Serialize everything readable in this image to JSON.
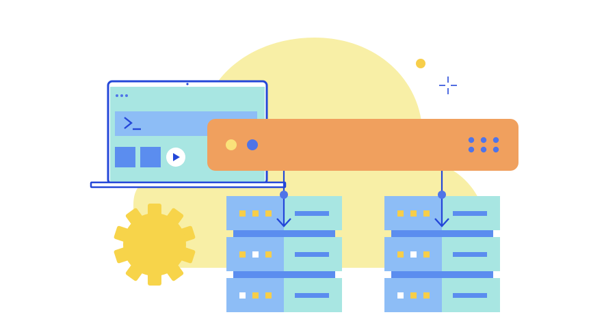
{
  "illustration": {
    "laptop": {
      "screen": {
        "terminal_prompt_icon": "terminal-prompt-icon",
        "play_icon": "play-icon"
      }
    },
    "load_balancer": {
      "indicator_lights": [
        "yellow",
        "blue"
      ],
      "status_dots_count": 6
    },
    "server_racks": [
      {
        "units": 3
      },
      {
        "units": 3
      }
    ],
    "decor": {
      "gear_icon": "gear-icon",
      "sparkle_icon": "sparkle-icon"
    },
    "colors": {
      "background_blob": "#F8EFA6",
      "laptop_outline": "#2447D8",
      "laptop_screen": "#A8E6E2",
      "laptop_bar": "#8DBDF6",
      "laptop_block": "#5B8DEF",
      "load_balancer": "#F0A05E",
      "light_yellow": "#FAE27A",
      "light_blue": "#4F74E8",
      "dot_blue": "#4F74E8",
      "server_left": "#8DBDF6",
      "server_right": "#A8E6E2",
      "server_gap": "#5B8DEF",
      "server_slot": "#5B8DEF",
      "server_led_yellow": "#F7CE4A",
      "server_led_white": "#FFFFFF",
      "connector": "#2447D8",
      "gear": "#F7D44A",
      "dot_yellow": "#F7CE4A",
      "sparkle": "#2447D8"
    }
  }
}
